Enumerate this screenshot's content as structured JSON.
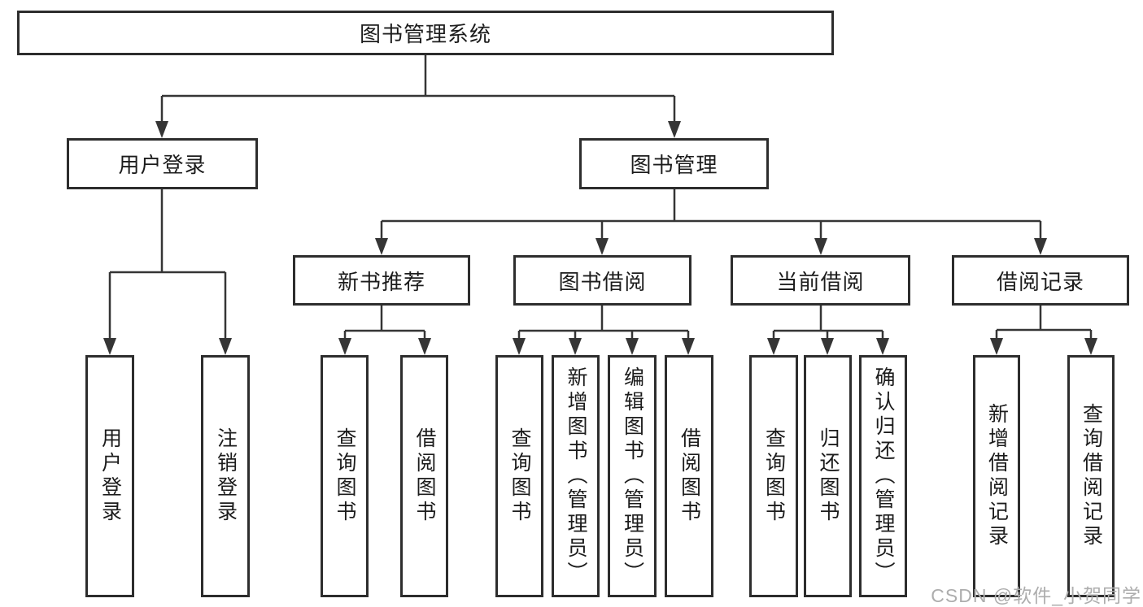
{
  "tree": {
    "label": "图书管理系统",
    "children": [
      {
        "label": "用户登录",
        "children": [
          {
            "label": "用户登录"
          },
          {
            "label": "注销登录"
          }
        ]
      },
      {
        "label": "图书管理",
        "children": [
          {
            "label": "新书推荐",
            "children": [
              {
                "label": "查询图书"
              },
              {
                "label": "借阅图书"
              }
            ]
          },
          {
            "label": "图书借阅",
            "children": [
              {
                "label": "查询图书"
              },
              {
                "label": "新增图书（管理员）"
              },
              {
                "label": "编辑图书（管理员）"
              },
              {
                "label": "借阅图书"
              }
            ]
          },
          {
            "label": "当前借阅",
            "children": [
              {
                "label": "查询图书"
              },
              {
                "label": "归还图书"
              },
              {
                "label": "确认归还（管理员）"
              }
            ]
          },
          {
            "label": "借阅记录",
            "children": [
              {
                "label": "新增借阅记录"
              },
              {
                "label": "查询借阅记录"
              }
            ]
          }
        ]
      }
    ]
  },
  "watermark": {
    "text": "CSDN @软件_小贺同学"
  },
  "colors": {
    "line": "#353535",
    "box_border": "#2d2d2d",
    "text": "#1c1c1c",
    "watermark": "#adadad",
    "background": "#ffffff"
  }
}
